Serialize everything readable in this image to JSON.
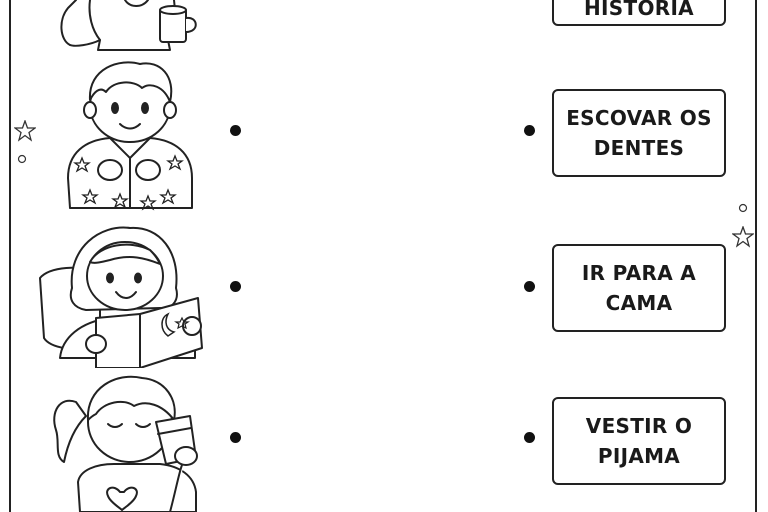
{
  "labels": [
    {
      "text": "HISTÓRIA"
    },
    {
      "text": "ESCOVAR OS DENTES"
    },
    {
      "text": "IR PARA A CAMA"
    },
    {
      "text": "VESTIR O PIJAMA"
    }
  ],
  "colors": {
    "ink": "#222222",
    "paper": "#ffffff"
  },
  "icons": [
    "star-icon",
    "circle-icon"
  ]
}
